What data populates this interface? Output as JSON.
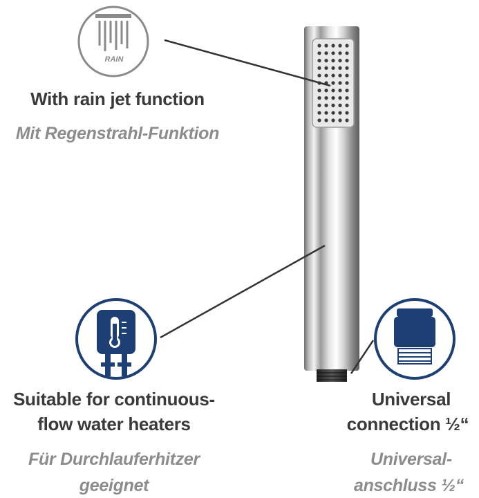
{
  "features": {
    "rain": {
      "icon": "rain-shower-icon",
      "icon_text": "RAIN",
      "title_en": "With rain jet function",
      "title_de": "Mit Regenstrahl-Funktion"
    },
    "heater": {
      "icon": "water-heater-thermometer-icon",
      "title_en_line1": "Suitable for continuous-",
      "title_en_line2": "flow water heaters",
      "title_de_line1": "Für Durchlauferhitzer",
      "title_de_line2": "geeignet"
    },
    "connection": {
      "icon": "thread-connector-icon",
      "title_en_line1": "Universal",
      "title_en_line2": "connection ½“",
      "title_de_line1": "Universal-",
      "title_de_line2": "anschluss ½“"
    }
  },
  "product": {
    "name": "hand-shower-stick",
    "finish": "chrome"
  },
  "colors": {
    "icon_blue": "#1d3f73",
    "icon_gray": "#8a8a8a",
    "text_dark": "#3a3a3a",
    "text_gray": "#8c8c8c"
  }
}
